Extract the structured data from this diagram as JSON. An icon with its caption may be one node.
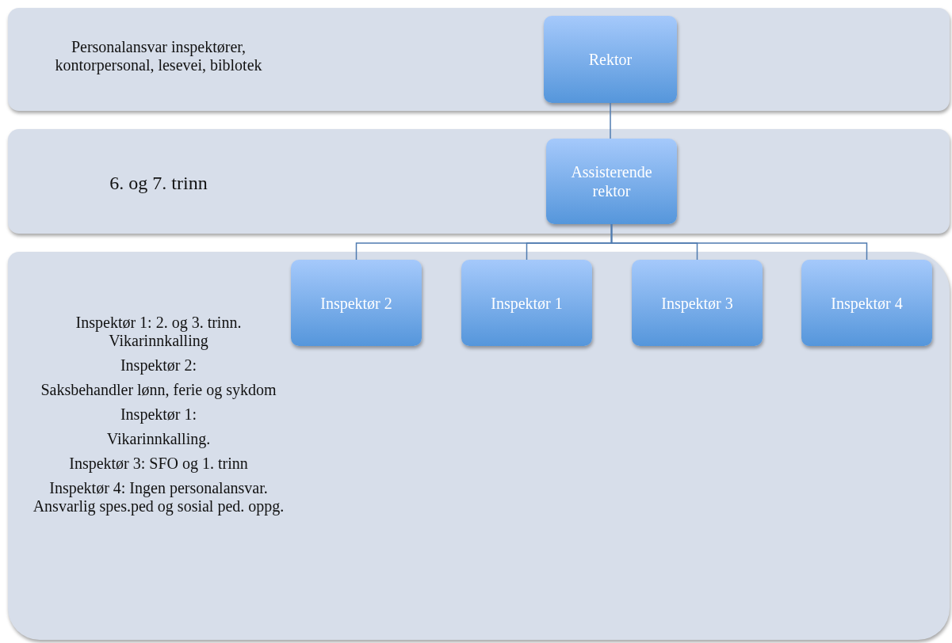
{
  "diagram": {
    "nodes": [
      {
        "text": [
          "Personalansvar inspektører, kontorpersonal, lesevei, biblotek"
        ]
      },
      {
        "text": [
          "Rektor"
        ],
        "in": 0
      },
      {
        "text": [
          "6. og 7. trinn"
        ]
      },
      {
        "text": [
          "Assisterende rektor"
        ],
        "in": 2
      },
      {
        "text": [
          "Inspektør 1: 2. og 3. trinn. Vikarinnkalling",
          "Inspektør 2:",
          "Saksbehandler lønn, ferie og sykdom",
          "Inspektør 1:",
          "Vikarinnkalling.",
          "Inspektør 3: SFO og 1. trinn",
          "Inspektør 4: Ingen personalansvar. Ansvarlig spes.ped og sosial ped. oppg."
        ]
      },
      {
        "text": [
          "Inspektør 2"
        ],
        "in": 4
      },
      {
        "text": [
          "Inspektør 1"
        ],
        "in": 4
      },
      {
        "text": [
          "Inspektør 3"
        ],
        "in": 4
      },
      {
        "text": [
          "Inspektør 4"
        ],
        "in": 4
      }
    ],
    "edges": [
      {
        "from": 1,
        "to": 3,
        "arrow": "none"
      },
      {
        "from": 3,
        "to": 5,
        "arrow": "none"
      },
      {
        "from": 3,
        "to": 6,
        "arrow": "none"
      },
      {
        "from": 3,
        "to": 7,
        "arrow": "none"
      },
      {
        "from": 3,
        "to": 8,
        "arrow": "none"
      }
    ]
  }
}
